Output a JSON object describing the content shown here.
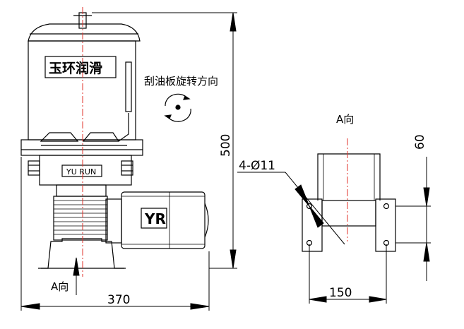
{
  "labels": {
    "brand": "玉环润滑",
    "rotation_direction": "刮油板旋转方向",
    "view_a_top": "A向",
    "view_a_bottom": "A向",
    "hole_spec": "4-Ø11",
    "dim_height": "500",
    "dim_width": "370",
    "dim_base_width": "150",
    "dim_60": "60",
    "nameplate": "YU RUN",
    "motor_badge": "YR"
  },
  "colors": {
    "line": "#000000",
    "centerline": "#e0302a"
  }
}
